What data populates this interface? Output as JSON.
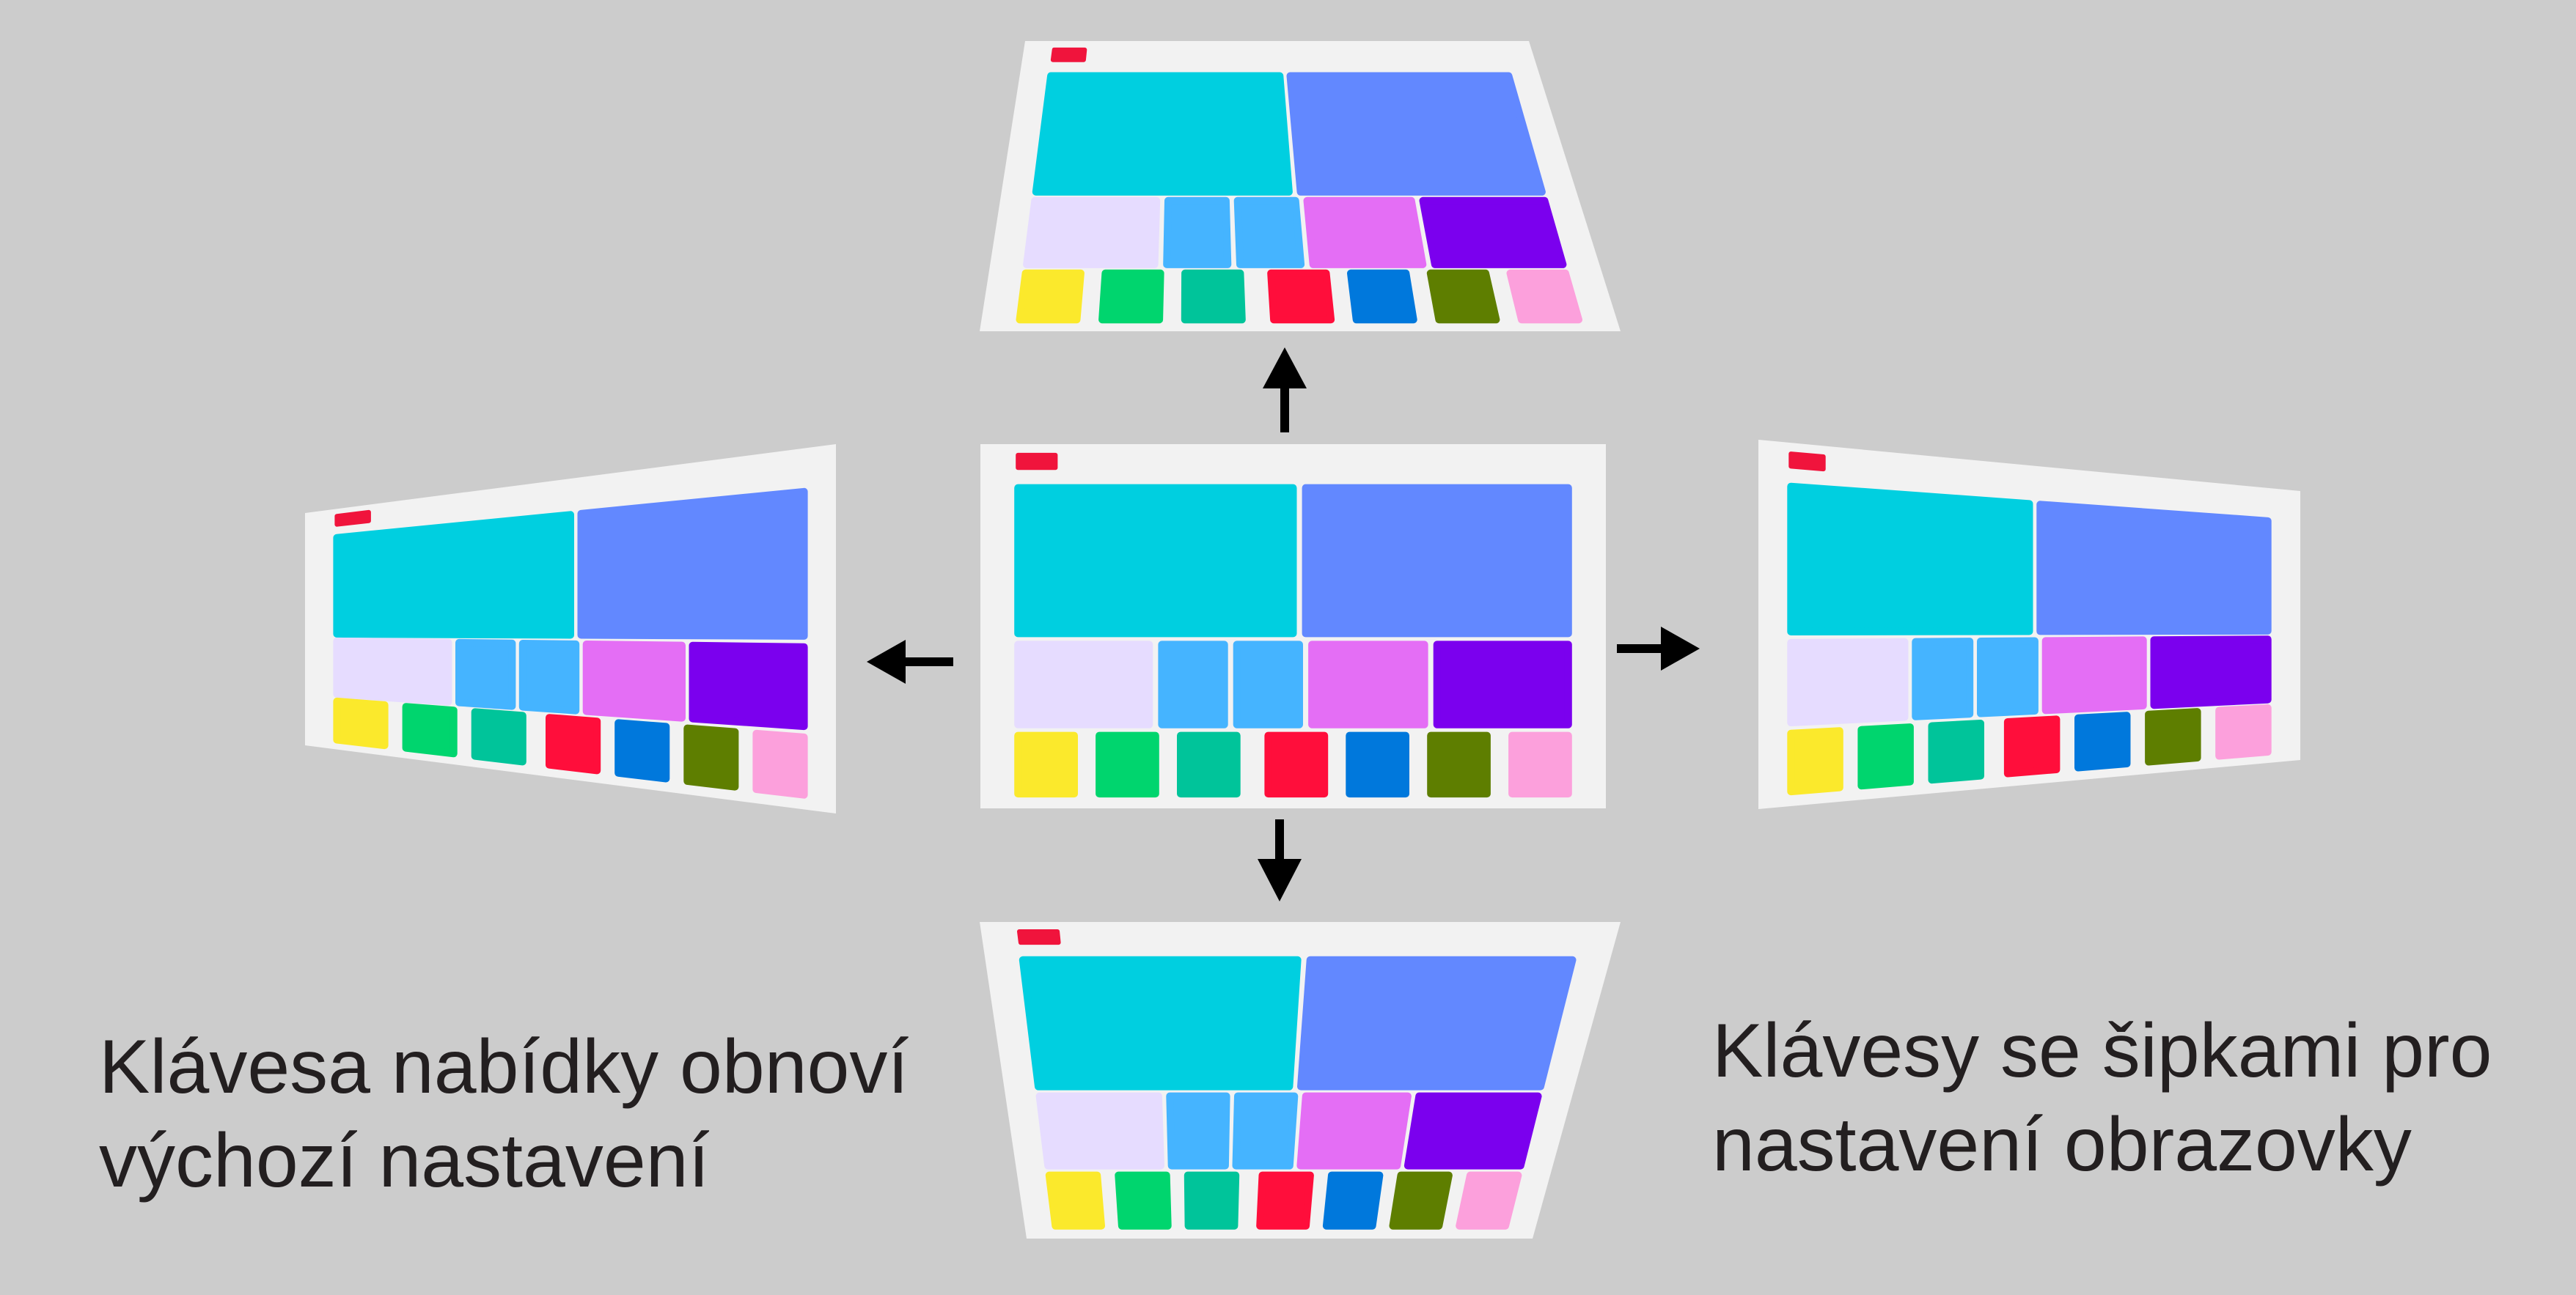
{
  "captions": {
    "left": {
      "line1": "Klávesa nabídky obnoví",
      "line2": "výchozí nastavení"
    },
    "right": {
      "line1": "Klávesy se šipkami pro",
      "line2": "nastavení obrazovky"
    }
  },
  "colors": {
    "background": "#cccccc",
    "panel": "#f2f2f2",
    "arrow": "#000000",
    "text": "#231f20",
    "indicator": "#f0143c",
    "tiles_row1": [
      "#00cfe0",
      "#6288ff"
    ],
    "tiles_row2": [
      "#e6dcff",
      "#45b4ff",
      "#45b4ff",
      "#e46ef5",
      "#7b00ee"
    ],
    "tiles_row3": [
      "#fbe92c",
      "#00d56e",
      "#00c49a",
      "#ff0e3b",
      "#0078dc",
      "#5e7e00",
      "#fca0dc"
    ]
  },
  "screens": [
    {
      "id": "center",
      "label": "default"
    },
    {
      "id": "up",
      "label": "tilted top"
    },
    {
      "id": "down",
      "label": "tilted bottom"
    },
    {
      "id": "left",
      "label": "tilted left"
    },
    {
      "id": "right",
      "label": "tilted right"
    }
  ],
  "arrows": [
    "up",
    "down",
    "left",
    "right"
  ]
}
